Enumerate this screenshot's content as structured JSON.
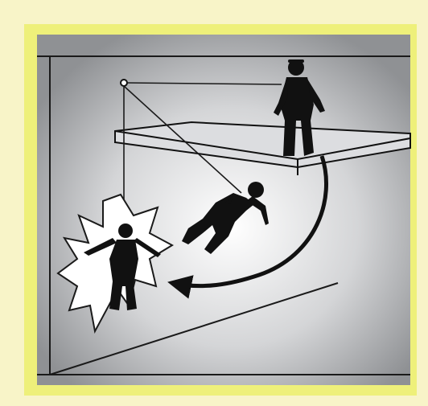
{
  "figure": {
    "description_text": "",
    "colors": {
      "outer_frame": "#f8f4c8",
      "inner_border": "#eef07a",
      "panel_light": "#ffffff",
      "panel_dark": "#8f9194",
      "silhouette": "#111111",
      "line": "#1a1a1a"
    },
    "elements": [
      {
        "name": "anchor-point",
        "kind": "circle"
      },
      {
        "name": "ledge-platform",
        "kind": "shape"
      },
      {
        "name": "worker-standing-silhouette",
        "kind": "figure"
      },
      {
        "name": "worker-falling-silhouette",
        "kind": "figure"
      },
      {
        "name": "worker-impact-silhouette",
        "kind": "figure"
      },
      {
        "name": "swing-fall-arrow",
        "kind": "arrow"
      },
      {
        "name": "impact-starburst",
        "kind": "shape"
      },
      {
        "name": "lanyard-lines",
        "kind": "line"
      }
    ]
  }
}
